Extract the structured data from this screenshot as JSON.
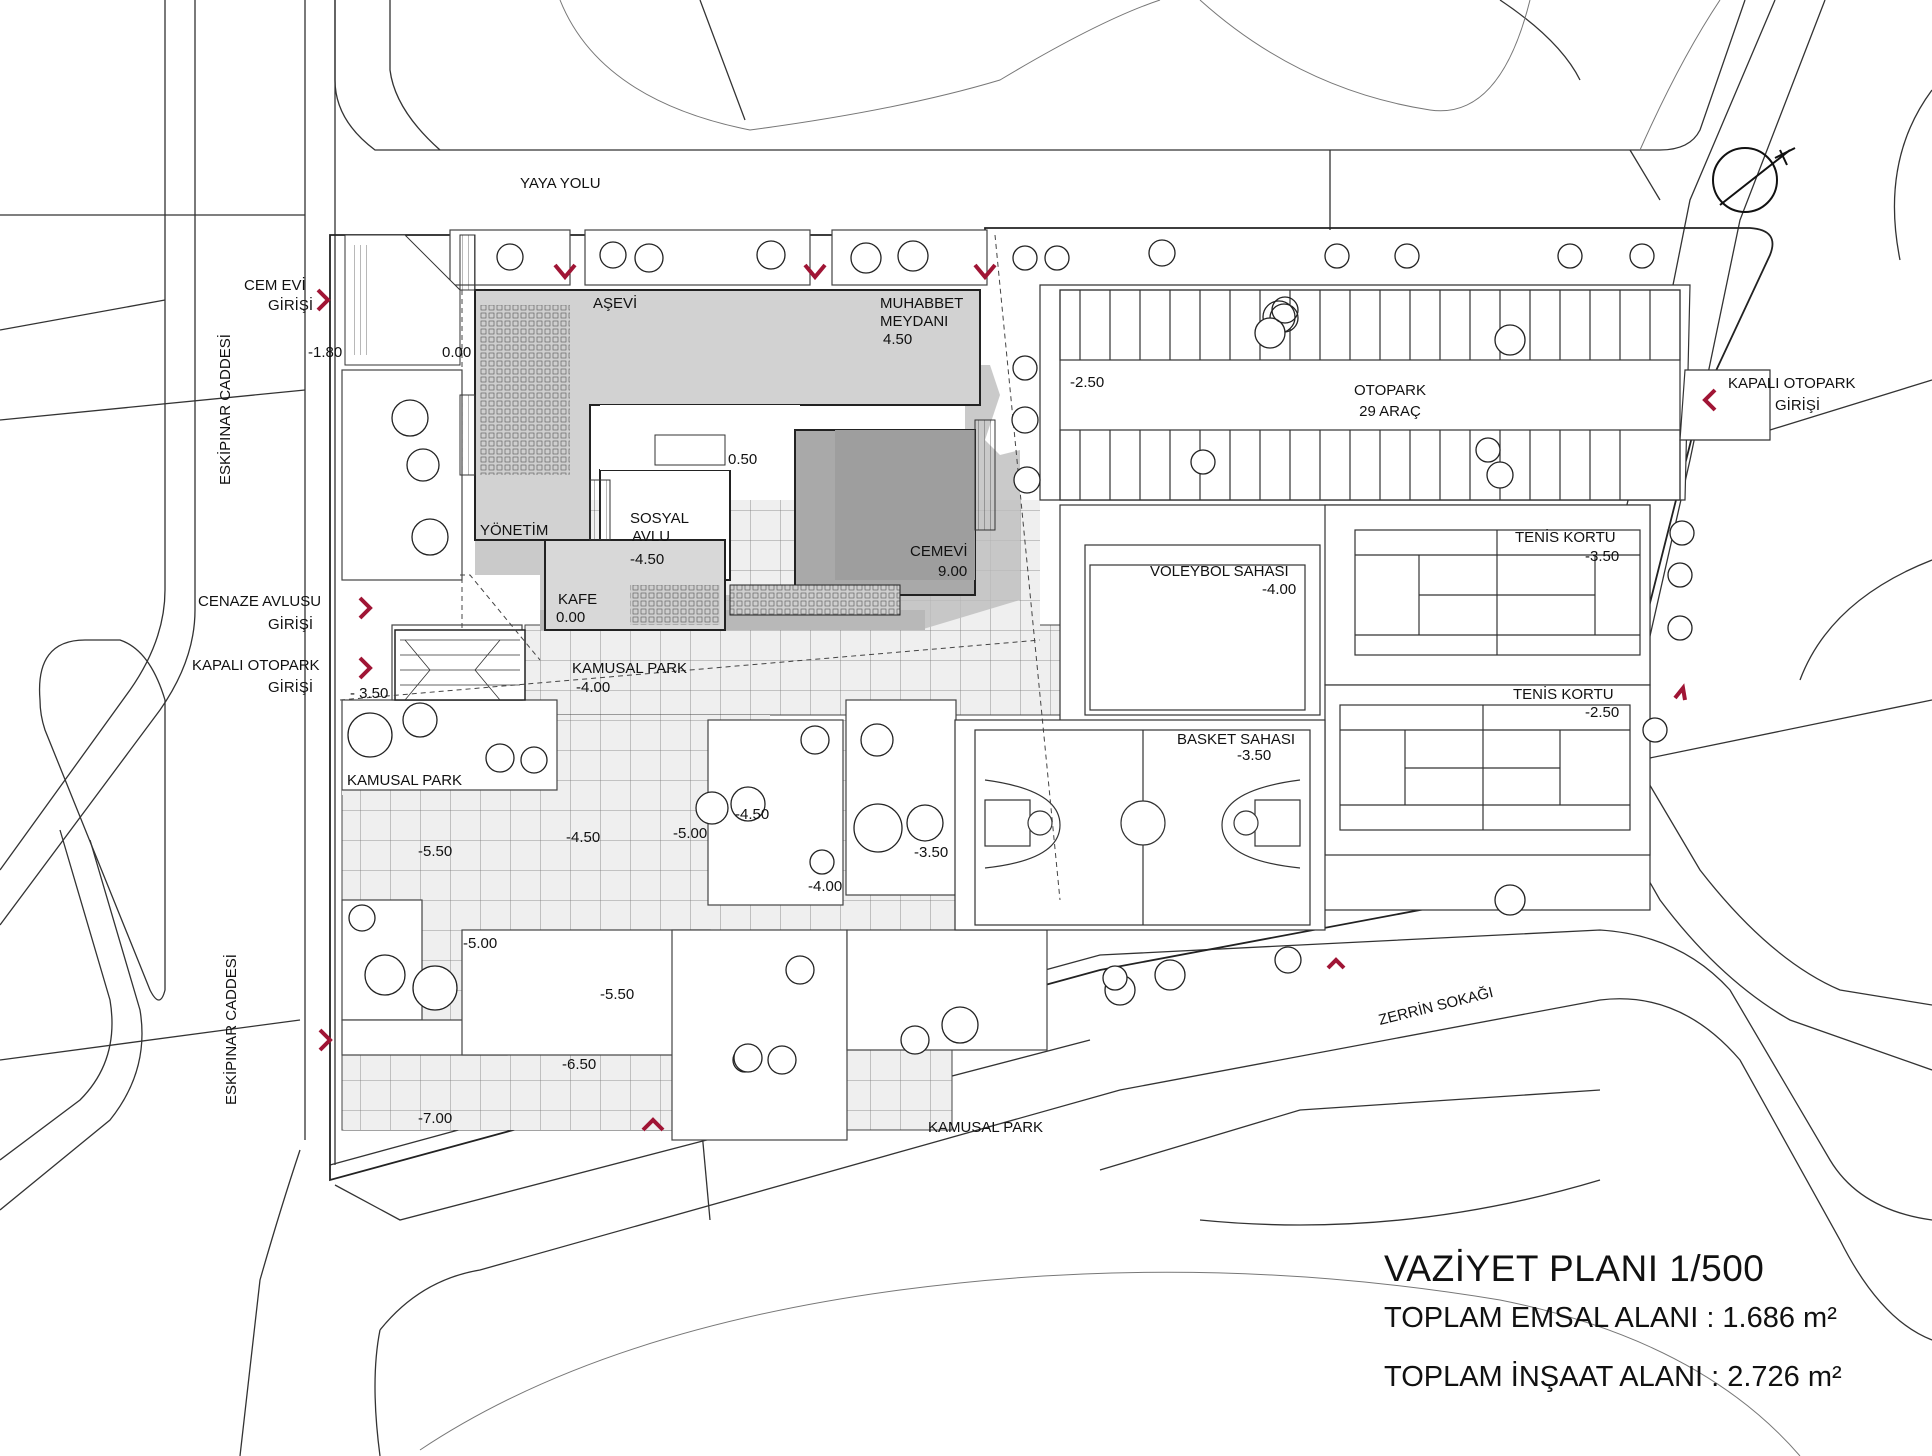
{
  "title": {
    "name": "VAZİYET PLANI 1/500",
    "emsal_label": "TOPLAM EMSAL ALANI :",
    "emsal_value": "1.686 m²",
    "insaat_label": "TOPLAM İNŞAAT ALANI :",
    "insaat_value": "2.726 m²"
  },
  "streets": {
    "yaya_yolu": "YAYA YOLU",
    "eskipinar_top": "ESKİPINAR CADDESİ",
    "eskipinar_bottom": "ESKİPINAR CADDESİ",
    "zerrin": "ZERRİN SOKAĞI",
    "kamusal_park_bottom": "KAMUSAL PARK"
  },
  "entrances": {
    "cemevi_line1": "CEM EVİ",
    "cemevi_line2": "GİRİŞİ",
    "cenaze_line1": "CENAZE AVLUSU",
    "cenaze_line2": "GİRİŞİ",
    "kapali_left_line1": "KAPALI OTOPARK",
    "kapali_left_line2": "GİRİŞİ",
    "kapali_right_line1": "KAPALI OTOPARK",
    "kapali_right_line2": "GİRİŞİ"
  },
  "spaces": {
    "asevi": "AŞEVİ",
    "muhabbet_1": "MUHABBET",
    "muhabbet_2": "MEYDANI",
    "muhabbet_level": "4.50",
    "yonetim": "YÖNETİM",
    "sosyal_1": "SOSYAL",
    "sosyal_2": "AVLU",
    "sosyal_level": "-4.50",
    "cemevi": "CEMEVİ",
    "cemevi_level": "9.00",
    "kafe": "KAFE",
    "kafe_level": "0.00",
    "otopark": "OTOPARK",
    "otopark_cap": "29 ARAÇ",
    "voleybol": "VOLEYBOL SAHASI",
    "voleybol_level": "-4.00",
    "tenis1": "TENİS KORTU",
    "tenis1_level": "-3.50",
    "tenis2": "TENİS KORTU",
    "tenis2_level": "-2.50",
    "basket": "BASKET SAHASI",
    "basket_level": "-3.50",
    "kamusal_park_mid": "KAMUSAL PARK",
    "kamusal_park_mid_level": "-4.00",
    "kamusal_park_left": "KAMUSAL PARK"
  },
  "levels": {
    "l_m180": "-1.80",
    "l_000": "0.00",
    "l_050": "0.50",
    "l_m250": "-2.50",
    "l_m350": "- 3.50",
    "l_m450a": "-4.50",
    "l_m450b": "-4.50",
    "l_m500a": "-5.00",
    "l_m500b": "-5.00",
    "l_m550a": "-5.50",
    "l_m550b": "-5.50",
    "l_m400": "-4.00",
    "l_m350b": "-3.50",
    "l_m650": "-6.50",
    "l_m700": "-7.00"
  },
  "colors": {
    "entrance_arrow": "#a01535",
    "building_fill": "#cccccc",
    "dark_fill": "#a8a8a8",
    "paving_fill": "#efefef",
    "line": "#222222"
  },
  "icons": {
    "north_arrow": "north-arrow-icon",
    "entrance": "entrance-chevron-icon",
    "tree": "tree-icon"
  }
}
